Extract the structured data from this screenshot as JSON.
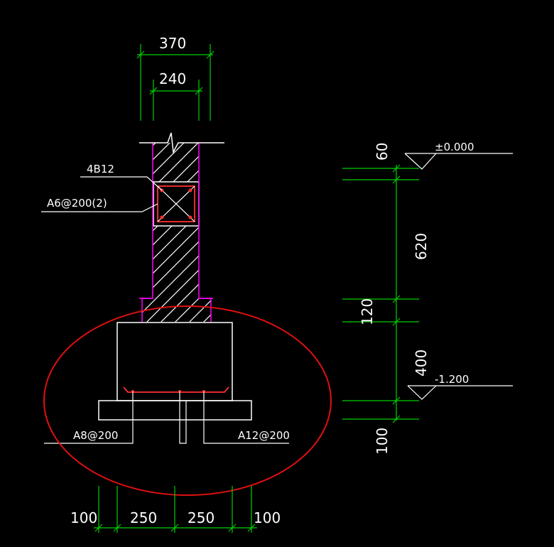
{
  "colors": {
    "background": "#000000",
    "outline": "#ffffff",
    "dimension": "#00d000",
    "wall_edge": "#ff00ff",
    "rebar": "#ff3030",
    "highlight": "#e01010"
  },
  "dimensions": {
    "top_outer": "370",
    "top_inner": "240",
    "bottom_1": "100",
    "bottom_2": "250",
    "bottom_3": "250",
    "bottom_4": "100",
    "right_1": "60",
    "right_2": "620",
    "right_3": "120",
    "right_4": "400",
    "right_5": "100"
  },
  "labels": {
    "main_bars": "4B12",
    "stirrups": "A6@200(2)",
    "footing_bar_left": "A8@200",
    "footing_bar_right": "A12@200"
  },
  "elevations": {
    "top": "±0.000",
    "bottom": "-1.200"
  }
}
